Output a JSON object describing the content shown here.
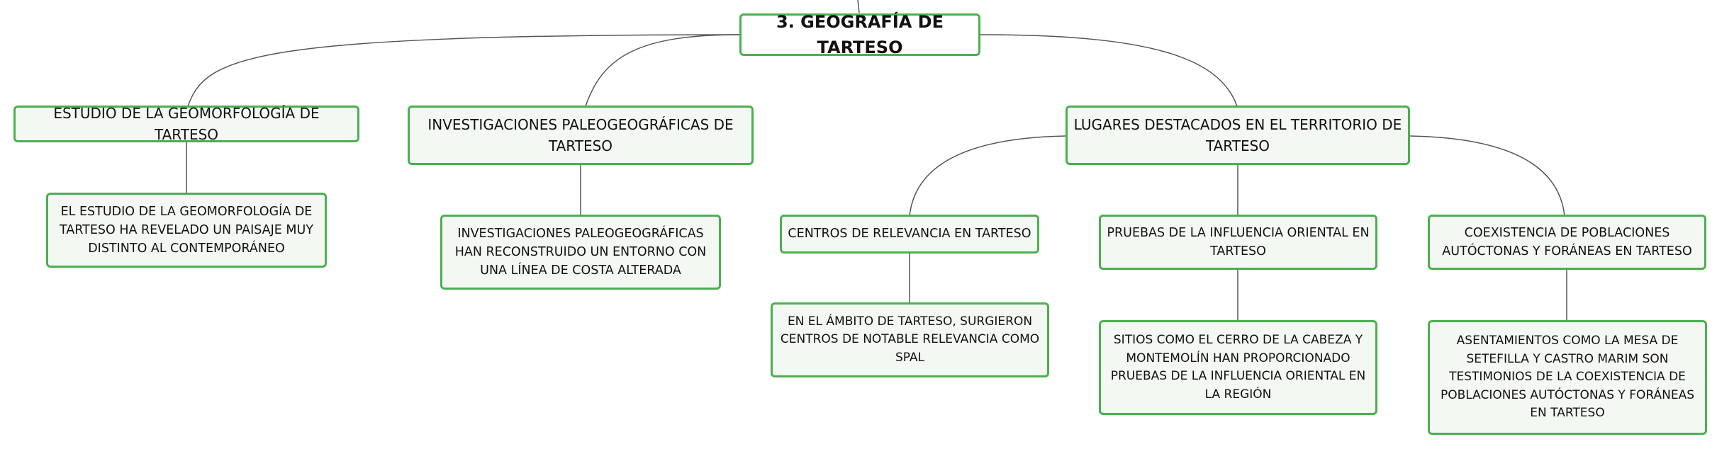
{
  "nodes": {
    "root": "3. GEOGRAFÍA DE TARTESO",
    "geomorfologia": "ESTUDIO DE LA GEOMORFOLOGÍA DE TARTESO",
    "geomorfologia_detalle": "EL ESTUDIO DE LA GEOMORFOLOGÍA DE TARTESO HA REVELADO UN PAISAJE MUY DISTINTO AL CONTEMPORÁNEO",
    "paleogeografia": "INVESTIGACIONES PALEOGEOGRÁFICAS DE TARTESO",
    "paleogeografia_detalle": "INVESTIGACIONES PALEOGEOGRÁFICAS HAN RECONSTRUIDO UN ENTORNO CON UNA LÍNEA DE COSTA ALTERADA",
    "lugares": "LUGARES DESTACADOS EN EL TERRITORIO DE TARTESO",
    "centros": "CENTROS DE RELEVANCIA EN TARTESO",
    "centros_detalle": "EN EL ÁMBITO DE TARTESO, SURGIERON CENTROS DE NOTABLE RELEVANCIA COMO SPAL",
    "influencia": "PRUEBAS DE LA INFLUENCIA ORIENTAL EN TARTESO",
    "influencia_detalle": "SITIOS COMO EL CERRO DE LA CABEZA Y MONTEMOLÍN HAN PROPORCIONADO PRUEBAS DE LA INFLUENCIA ORIENTAL EN LA REGIÓN",
    "coexistencia": "COEXISTENCIA DE POBLACIONES AUTÓCTONAS Y FORÁNEAS EN TARTESO",
    "coexistencia_detalle": "ASENTAMIENTOS COMO LA MESA DE SETEFILLA Y CASTRO MARIM SON TESTIMONIOS DE LA COEXISTENCIA DE POBLACIONES AUTÓCTONAS Y FORÁNEAS EN TARTESO"
  },
  "colors": {
    "border": "#4caf50",
    "node_fill": "#f3f8f3",
    "connector": "#555555"
  }
}
